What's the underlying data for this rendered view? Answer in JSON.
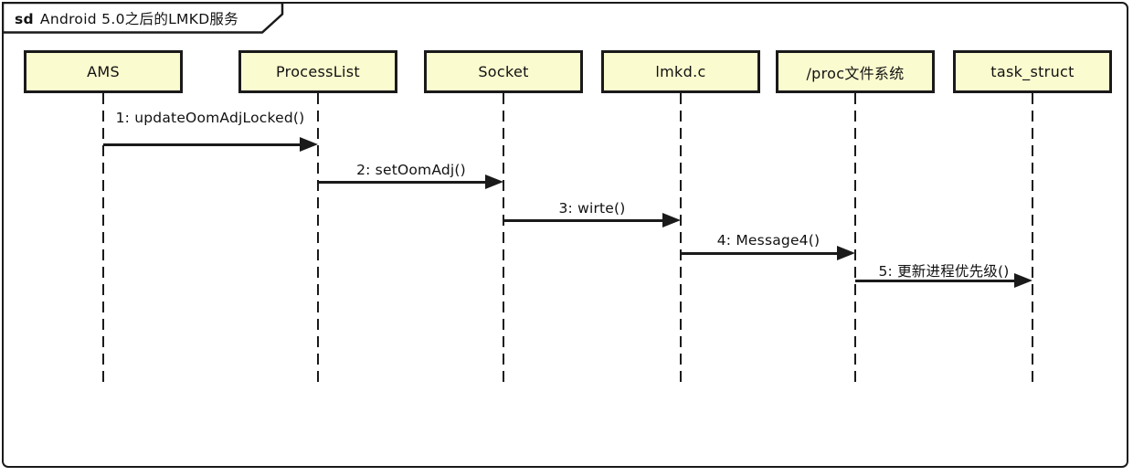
{
  "frame": {
    "keyword": "sd",
    "title": "Android 5.0之后的LMKD服务"
  },
  "colors": {
    "lifeline_box_fill": "#FBFBD0",
    "line": "#1A1A1A",
    "background": "#FFFFFF"
  },
  "diagram_type": "uml-sequence-diagram",
  "lifelines": [
    {
      "label": "AMS"
    },
    {
      "label": "ProcessList"
    },
    {
      "label": "Socket"
    },
    {
      "label": "lmkd.c"
    },
    {
      "label": "/proc文件系统"
    },
    {
      "label": "task_struct"
    }
  ],
  "messages": [
    {
      "label": "1: updateOomAdjLocked()",
      "from": "AMS",
      "to": "ProcessList"
    },
    {
      "label": "2: setOomAdj()",
      "from": "ProcessList",
      "to": "Socket"
    },
    {
      "label": "3: wirte()",
      "from": "Socket",
      "to": "lmkd.c"
    },
    {
      "label": "4: Message4()",
      "from": "lmkd.c",
      "to": "/proc文件系统"
    },
    {
      "label": "5: 更新进程优先级()",
      "from": "/proc文件系统",
      "to": "task_struct"
    }
  ]
}
